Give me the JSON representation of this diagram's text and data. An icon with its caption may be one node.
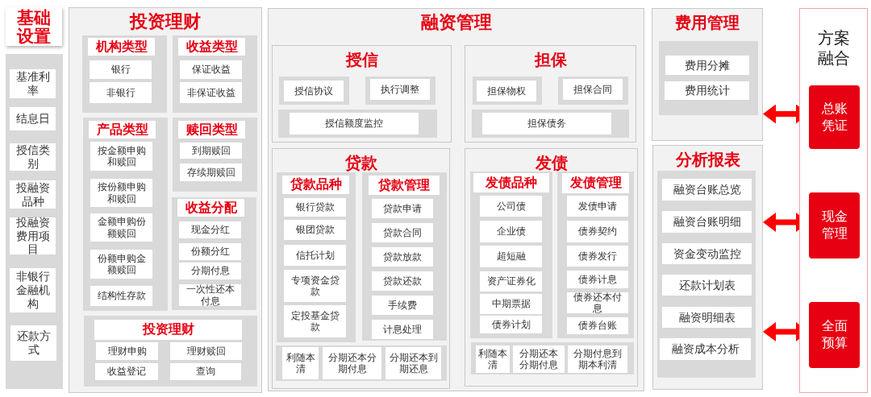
{
  "diagram": {
    "nodes": [
      {
        "text": [
          "基础设置"
        ]
      },
      {
        "text": [],
        "shape": "box"
      },
      {
        "text": [
          "基准利率"
        ],
        "in": 1
      },
      {
        "text": [
          "结息日"
        ],
        "in": 1
      },
      {
        "text": [
          "授信类别"
        ],
        "in": 1
      },
      {
        "text": [
          "投融资品种"
        ],
        "in": 1
      },
      {
        "text": [
          "投融资费用项目"
        ],
        "in": 1
      },
      {
        "text": [
          "非银行金融机构"
        ],
        "in": 1
      },
      {
        "text": [
          "还款方式"
        ],
        "in": 1
      },
      {
        "text": [
          "投资理财"
        ]
      },
      {
        "text": [],
        "shape": "box",
        "in": 9
      },
      {
        "text": [
          "机构类型"
        ],
        "in": 10
      },
      {
        "text": [
          "银行"
        ],
        "in": 10
      },
      {
        "text": [
          "非银行"
        ],
        "in": 10
      },
      {
        "text": [],
        "shape": "box",
        "in": 9
      },
      {
        "text": [
          "收益类型"
        ],
        "in": 14
      },
      {
        "text": [
          "保证收益"
        ],
        "in": 14
      },
      {
        "text": [
          "非保证收益"
        ],
        "in": 14
      },
      {
        "text": [],
        "shape": "box",
        "in": 9
      },
      {
        "text": [
          "产品类型"
        ],
        "in": 18
      },
      {
        "text": [
          "按金额申购和赎回"
        ],
        "in": 18
      },
      {
        "text": [
          "按份额申购和赎回"
        ],
        "in": 18
      },
      {
        "text": [
          "金额申购份额赎回"
        ],
        "in": 18
      },
      {
        "text": [
          "份额申购金额赎回"
        ],
        "in": 18
      },
      {
        "text": [
          "结构性存款"
        ],
        "in": 18
      },
      {
        "text": [],
        "shape": "box",
        "in": 9
      },
      {
        "text": [
          "赎回类型"
        ],
        "in": 25
      },
      {
        "text": [
          "到期赎回"
        ],
        "in": 25
      },
      {
        "text": [
          "存续期赎回"
        ],
        "in": 25
      },
      {
        "text": [],
        "shape": "box",
        "in": 9
      },
      {
        "text": [
          "收益分配"
        ],
        "in": 29
      },
      {
        "text": [
          "现金分红"
        ],
        "in": 29
      },
      {
        "text": [
          "份额分红"
        ],
        "in": 29
      },
      {
        "text": [
          "分期付息"
        ],
        "in": 29
      },
      {
        "text": [
          "一次性还本付息"
        ],
        "in": 29
      },
      {
        "text": [],
        "shape": "box",
        "in": 9
      },
      {
        "text": [
          "投资理财"
        ],
        "in": 35
      },
      {
        "text": [
          "理财申购"
        ],
        "in": 35
      },
      {
        "text": [
          "理财赎回"
        ],
        "in": 35
      },
      {
        "text": [
          "收益登记"
        ],
        "in": 35
      },
      {
        "text": [
          "查询"
        ],
        "in": 35
      },
      {
        "text": [
          "融资管理"
        ]
      },
      {
        "text": [
          "授信"
        ],
        "in": 41
      },
      {
        "text": [
          "授信协议"
        ],
        "in": 42
      },
      {
        "text": [
          "执行调整"
        ],
        "in": 42
      },
      {
        "text": [
          "授信额度监控"
        ],
        "in": 42
      },
      {
        "text": [
          "担保"
        ],
        "in": 41
      },
      {
        "text": [
          "担保物权"
        ],
        "in": 46
      },
      {
        "text": [
          "担保合同"
        ],
        "in": 46
      },
      {
        "text": [
          "担保债务"
        ],
        "in": 46
      },
      {
        "text": [
          "贷款"
        ],
        "in": 41
      },
      {
        "text": [],
        "shape": "box",
        "in": 50
      },
      {
        "text": [
          "贷款品种"
        ],
        "in": 51
      },
      {
        "text": [
          "银行贷款"
        ],
        "in": 51
      },
      {
        "text": [
          "银团贷款"
        ],
        "in": 51
      },
      {
        "text": [
          "信托计划"
        ],
        "in": 51
      },
      {
        "text": [
          "专项资金贷款"
        ],
        "in": 51
      },
      {
        "text": [
          "定投基金贷款"
        ],
        "in": 51
      },
      {
        "text": [],
        "shape": "box",
        "in": 50
      },
      {
        "text": [
          "贷款管理"
        ],
        "in": 58
      },
      {
        "text": [
          "贷款申请"
        ],
        "in": 58
      },
      {
        "text": [
          "贷款合同"
        ],
        "in": 58
      },
      {
        "text": [
          "贷款放款"
        ],
        "in": 58
      },
      {
        "text": [
          "贷款还款"
        ],
        "in": 58
      },
      {
        "text": [
          "手续费"
        ],
        "in": 58
      },
      {
        "text": [
          "计息处理"
        ],
        "in": 58
      },
      {
        "text": [
          "利随本清"
        ],
        "in": 50
      },
      {
        "text": [
          "分期还本分期付息"
        ],
        "in": 50
      },
      {
        "text": [
          "分期还本到期还息"
        ],
        "in": 50
      },
      {
        "text": [
          "发债"
        ],
        "in": 41
      },
      {
        "text": [],
        "shape": "box",
        "in": 69
      },
      {
        "text": [
          "发债品种"
        ],
        "in": 70
      },
      {
        "text": [
          "公司债"
        ],
        "in": 70
      },
      {
        "text": [
          "企业债"
        ],
        "in": 70
      },
      {
        "text": [
          "超短融"
        ],
        "in": 70
      },
      {
        "text": [
          "资产证券化"
        ],
        "in": 70
      },
      {
        "text": [
          "中期票据"
        ],
        "in": 70
      },
      {
        "text": [
          "债券计划"
        ],
        "in": 70
      },
      {
        "text": [],
        "shape": "box",
        "in": 69
      },
      {
        "text": [
          "发债管理"
        ],
        "in": 78
      },
      {
        "text": [
          "发债申请"
        ],
        "in": 78
      },
      {
        "text": [
          "债券契约"
        ],
        "in": 78
      },
      {
        "text": [
          "债券发行"
        ],
        "in": 78
      },
      {
        "text": [
          "债券计息"
        ],
        "in": 78
      },
      {
        "text": [
          "债券还本付息"
        ],
        "in": 78
      },
      {
        "text": [
          "债券台账"
        ],
        "in": 78
      },
      {
        "text": [
          "利随本清"
        ],
        "in": 69
      },
      {
        "text": [
          "分期还本分期付息"
        ],
        "in": 69
      },
      {
        "text": [
          "分期付息到期本利清"
        ],
        "in": 69
      },
      {
        "text": [
          "费用管理"
        ]
      },
      {
        "text": [
          "费用分摊"
        ],
        "in": 89
      },
      {
        "text": [
          "费用统计"
        ],
        "in": 89
      },
      {
        "text": [
          "分析报表"
        ]
      },
      {
        "text": [
          "融资台账总览"
        ],
        "in": 92
      },
      {
        "text": [
          "融资台账明细"
        ],
        "in": 92
      },
      {
        "text": [
          "资金变动监控"
        ],
        "in": 92
      },
      {
        "text": [
          "还款计划表"
        ],
        "in": 92
      },
      {
        "text": [
          "融资明细表"
        ],
        "in": 92
      },
      {
        "text": [
          "融资成本分析"
        ],
        "in": 92
      },
      {
        "text": [
          "方案融合"
        ]
      },
      {
        "text": [
          "总账凭证"
        ],
        "in": 99
      },
      {
        "text": [
          "现金管理"
        ],
        "in": 99
      },
      {
        "text": [
          "全面预算"
        ],
        "in": 99
      }
    ],
    "edges": [
      {
        "from": 89,
        "to": 100,
        "arrow": "both"
      },
      {
        "from": 92,
        "to": 101,
        "arrow": "both"
      },
      {
        "from": 92,
        "to": 102,
        "arrow": "both"
      }
    ]
  }
}
